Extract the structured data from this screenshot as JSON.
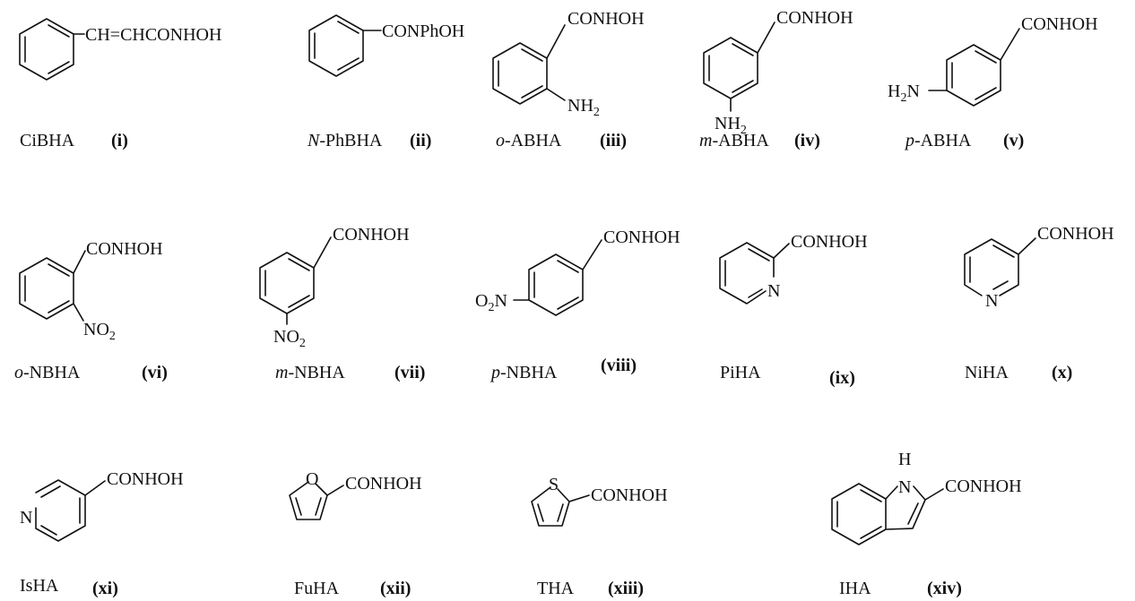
{
  "compounds": [
    {
      "group": "CONHOH",
      "extra": "CH=CHCONHOH",
      "name_prefix": "",
      "name": "CiBHA",
      "num": "(i)"
    },
    {
      "group": "CONPhOH",
      "name_prefix": "N",
      "name": "-PhBHA",
      "num": "(ii)"
    },
    {
      "group": "CONHOH",
      "sub_main": "NH",
      "sub_index": "2",
      "name_prefix": "o",
      "name": "-ABHA",
      "num": "(iii)"
    },
    {
      "group": "CONHOH",
      "sub_main": "NH",
      "sub_index": "2",
      "name_prefix": "m",
      "name": "-ABHA",
      "num": "(iv)"
    },
    {
      "group": "CONHOH",
      "sub_main": "H",
      "sub_index": "2",
      "sub_tail": "N",
      "name_prefix": "p",
      "name": "-ABHA",
      "num": "(v)"
    },
    {
      "group": "CONHOH",
      "sub_main": "NO",
      "sub_index": "2",
      "name_prefix": "o",
      "name": "-NBHA",
      "num": "(vi)"
    },
    {
      "group": "CONHOH",
      "sub_main": "NO",
      "sub_index": "2",
      "name_prefix": "m",
      "name": "-NBHA",
      "num": "(vii)"
    },
    {
      "group": "CONHOH",
      "sub_main": "O",
      "sub_index": "2",
      "sub_tail": "N",
      "name_prefix": "p",
      "name": "-NBHA",
      "num": "(viii)"
    },
    {
      "group": "CONHOH",
      "hetero": "N",
      "name_prefix": "",
      "name": "PiHA",
      "num": "(ix)"
    },
    {
      "group": "CONHOH",
      "hetero": "N",
      "name_prefix": "",
      "name": "NiHA",
      "num": "(x)"
    },
    {
      "group": "CONHOH",
      "hetero": "N",
      "name_prefix": "",
      "name": "IsHA",
      "num": "(xi)"
    },
    {
      "group": "CONHOH",
      "hetero": "O",
      "name_prefix": "",
      "name": "FuHA",
      "num": "(xii)"
    },
    {
      "group": "CONHOH",
      "hetero": "S",
      "name_prefix": "",
      "name": "THA",
      "num": "(xiii)"
    },
    {
      "group": "CONHOH",
      "hetero": "N",
      "hetero_h": "H",
      "name_prefix": "",
      "name": "IHA",
      "num": "(xiv)"
    }
  ]
}
